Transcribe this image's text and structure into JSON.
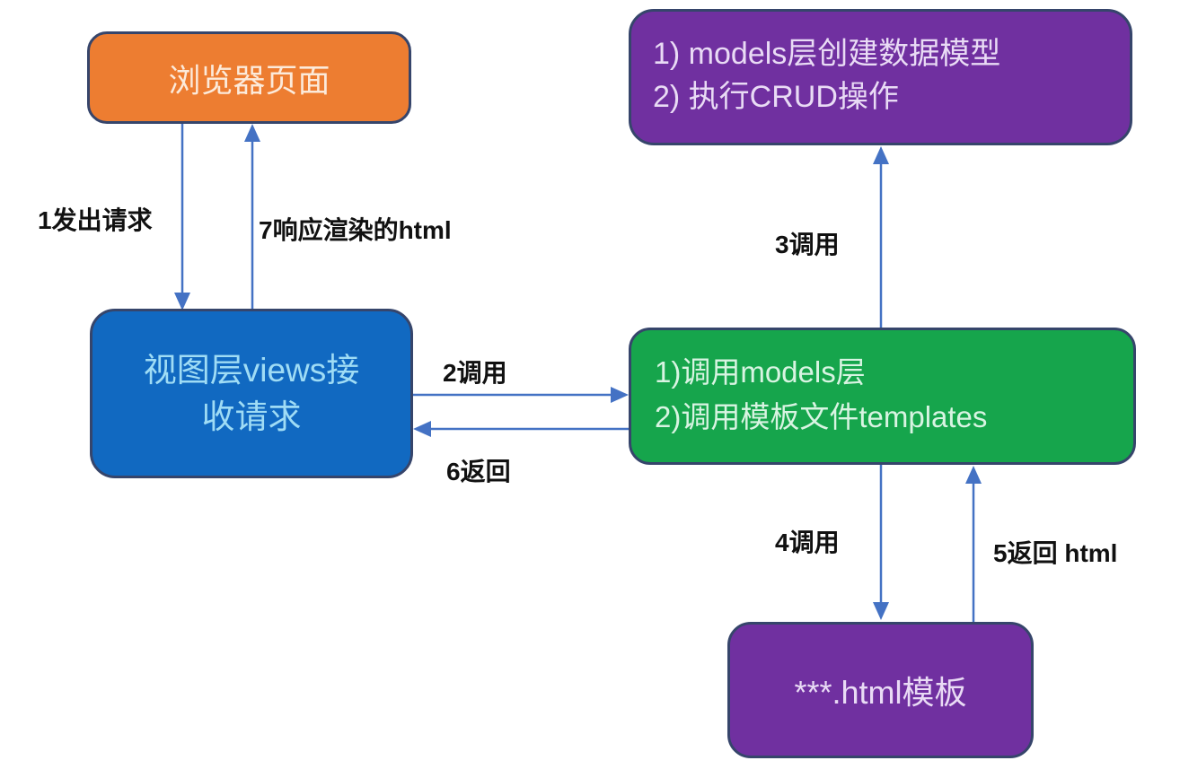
{
  "colors": {
    "bg": "#FFFFFF",
    "node-border": "#36456B",
    "arrow": "#4472C4",
    "label-text": "#111111",
    "orange-fill": "#ED7D31",
    "orange-text": "#FCEADA",
    "blue-fill": "#1169C1",
    "blue-text": "#9FDCF5",
    "green-fill": "#16A54C",
    "green-text": "#D8F4E2",
    "purple-fill": "#7030A0",
    "purple-text": "#E9DBF5"
  },
  "nodes": {
    "browser": {
      "label": "浏览器页面"
    },
    "models": {
      "lines": [
        "1) models层创建数据模型",
        "2) 执行CRUD操作"
      ]
    },
    "views": {
      "lines": [
        "视图层views接",
        "收请求"
      ]
    },
    "controller": {
      "lines": [
        "1)调用models层",
        "2)调用模板文件templates"
      ]
    },
    "template": {
      "label": "***.html模板"
    }
  },
  "edges": {
    "send_request": {
      "label": "1发出请求"
    },
    "call_controller": {
      "label": "2调用"
    },
    "call_models": {
      "label": "3调用"
    },
    "call_template": {
      "label": "4调用"
    },
    "return_html": {
      "label": "5返回 html"
    },
    "return_to_views": {
      "label": "6返回"
    },
    "respond_html": {
      "label": "7响应渲染的html"
    }
  }
}
